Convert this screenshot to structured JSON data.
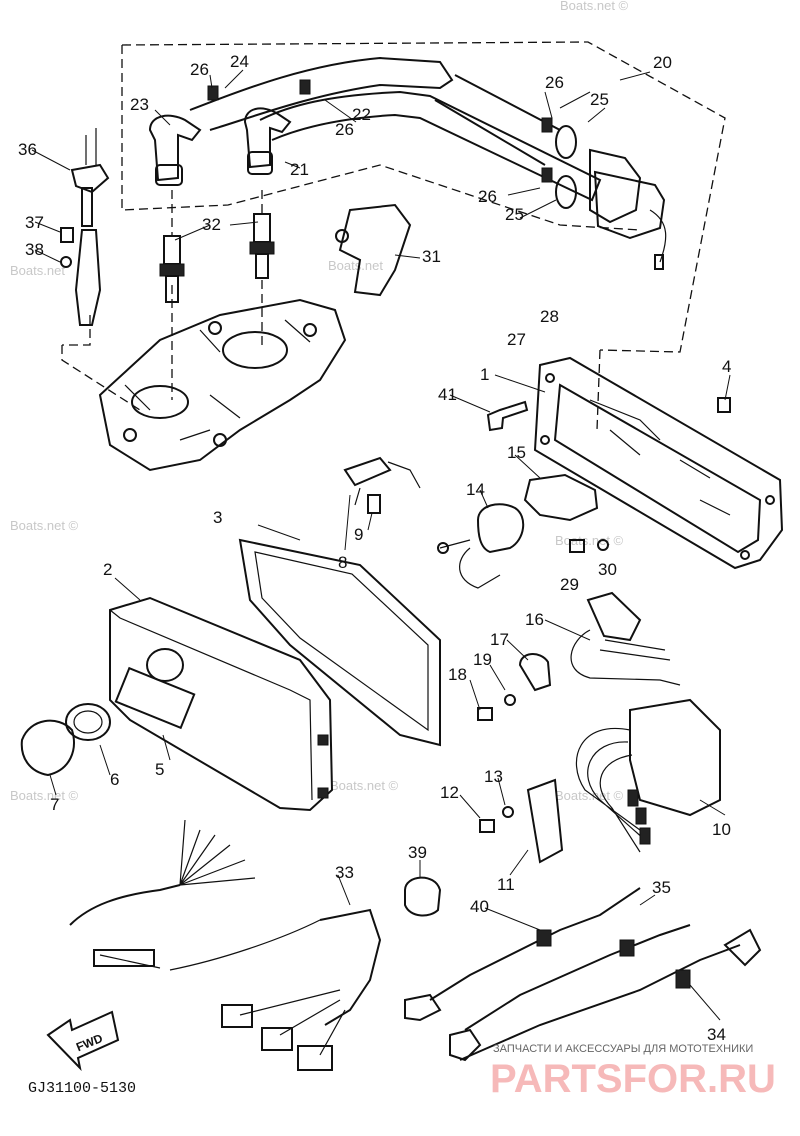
{
  "diagram_code": "GJ31100-5130",
  "fwd_label": "FWD",
  "watermarks": [
    "Boats.net",
    "Boats.net",
    "Boats.net ©",
    "Boats.net ©",
    "Boats.net ©",
    "Boats.net ©",
    "Boats.net ©",
    "Boats.net ©"
  ],
  "brand": {
    "tagline": "ЗАПЧАСТИ И АКСЕССУАРЫ ДЛЯ МОТОТЕХНИКИ",
    "name": "PARTSFOR.RU"
  },
  "callouts": [
    "1",
    "2",
    "3",
    "4",
    "5",
    "6",
    "7",
    "8",
    "9",
    "10",
    "11",
    "12",
    "13",
    "14",
    "15",
    "16",
    "17",
    "18",
    "19",
    "20",
    "21",
    "22",
    "23",
    "24",
    "25",
    "25",
    "26",
    "26",
    "26",
    "26",
    "27",
    "28",
    "29",
    "30",
    "31",
    "32",
    "33",
    "34",
    "35",
    "36",
    "37",
    "38",
    "39",
    "40",
    "41"
  ]
}
